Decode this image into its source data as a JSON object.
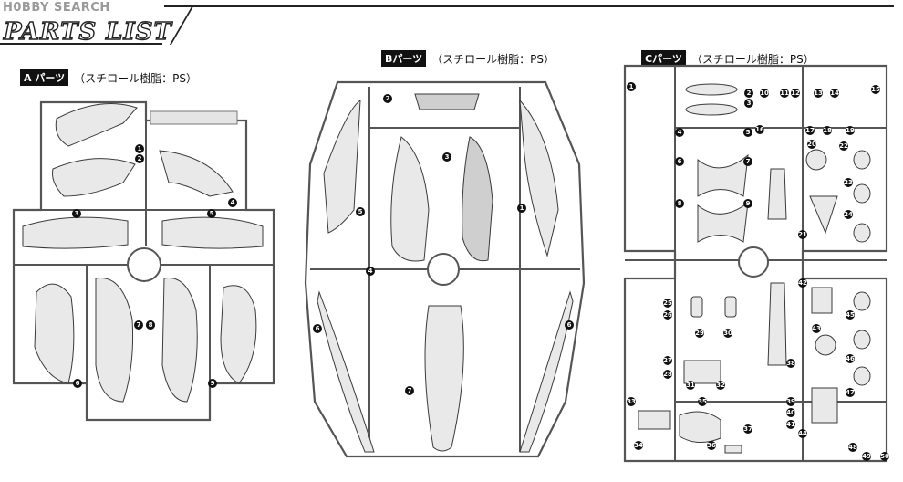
{
  "watermark": "H0BBY SEARCH",
  "title": "PARTS LIST",
  "sprues": {
    "a": {
      "tag": "A パーツ",
      "material": "（スチロール樹脂：PS）",
      "part_numbers": [
        "1",
        "2",
        "3",
        "4",
        "5",
        "6",
        "7",
        "8",
        "8",
        "9"
      ]
    },
    "b": {
      "tag": "Bパーツ",
      "material": "（スチロール樹脂：PS）",
      "part_numbers": [
        "1",
        "2",
        "3",
        "4",
        "5",
        "6",
        "6",
        "7"
      ]
    },
    "c": {
      "tag": "Cパーツ",
      "material": "（スチロール樹脂：PS）",
      "part_numbers": [
        "1",
        "2",
        "3",
        "4",
        "5",
        "6",
        "7",
        "8",
        "9",
        "10",
        "11",
        "12",
        "13",
        "14",
        "15",
        "16",
        "17",
        "18",
        "19",
        "20",
        "21",
        "22",
        "23",
        "24",
        "25",
        "26",
        "27",
        "28",
        "29",
        "30",
        "31",
        "32",
        "33",
        "34",
        "35",
        "36",
        "37",
        "38",
        "39",
        "40",
        "41",
        "42",
        "43",
        "44",
        "45",
        "46",
        "47",
        "48",
        "49",
        "50"
      ]
    }
  }
}
